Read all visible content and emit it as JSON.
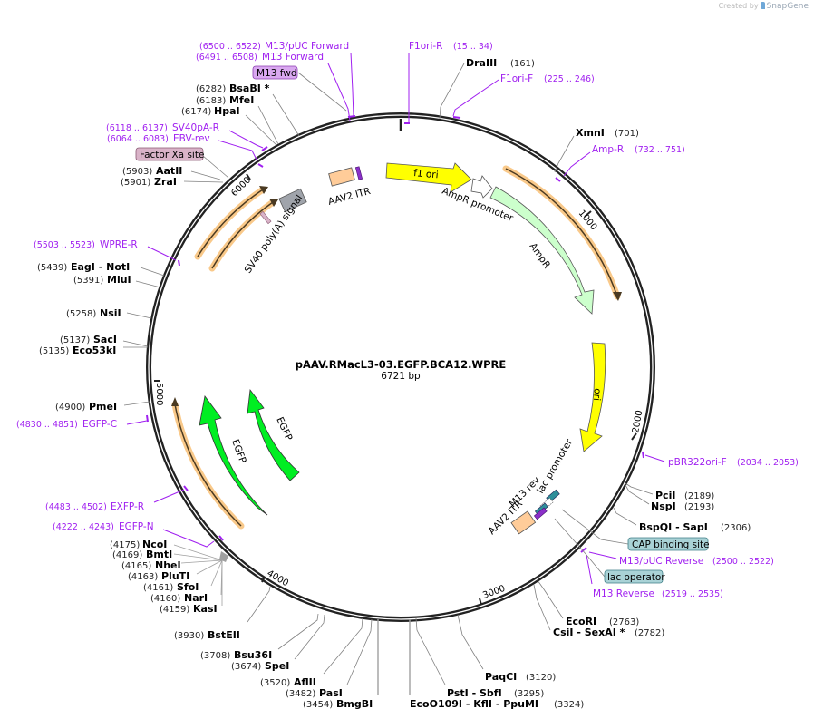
{
  "credit": {
    "prefix": "Created by",
    "brand": "SnapGene"
  },
  "plasmid": {
    "name": "pAAV.RMacL3-03.EGFP.BCA12.WPRE",
    "length_label": "6721 bp",
    "length": 6721
  },
  "colors": {
    "primer": "#a020f0",
    "backbone": "#222222",
    "enzyme_line": "#808080",
    "f1_ori": "#ffff00",
    "ori": "#ffff00",
    "ampr": "#ccffcc",
    "egfp": "#00ee22",
    "itr": "#ffcc99",
    "polyA": "#a0a4ab",
    "orange_glow": "#f9c98a",
    "lac": "#2f8f9a"
  },
  "ticks": [
    {
      "label": "1000",
      "pos": 1000
    },
    {
      "label": "2000",
      "pos": 2000
    },
    {
      "label": "3000",
      "pos": 3000
    },
    {
      "label": "4000",
      "pos": 4000
    },
    {
      "label": "5000",
      "pos": 5000
    },
    {
      "label": "6000",
      "pos": 6000
    }
  ],
  "features": [
    {
      "name": "f1 ori",
      "type": "f1_ori"
    },
    {
      "name": "AmpR promoter",
      "type": "promoter"
    },
    {
      "name": "AmpR",
      "type": "cds"
    },
    {
      "name": "ori",
      "type": "rep_origin"
    },
    {
      "name": "lac promoter",
      "type": "promoter"
    },
    {
      "name": "M13 rev",
      "type": "primer_bind"
    },
    {
      "name": "AAV2 ITR",
      "type": "repeat"
    },
    {
      "name": "EGFP",
      "type": "cds"
    },
    {
      "name": "EGFP",
      "type": "cds"
    },
    {
      "name": "SV40 poly(A) signal",
      "type": "polyA"
    },
    {
      "name": "AAV2 ITR",
      "type": "repeat"
    }
  ],
  "boxed_features": [
    {
      "label": "M13 fwd",
      "fill": "#d9a8f0",
      "stroke": "#8a3fb0"
    },
    {
      "label": "Factor Xa site",
      "fill": "#d9b3c8",
      "stroke": "#8a5a74"
    },
    {
      "label": "CAP binding site",
      "fill": "#a9d2d6",
      "stroke": "#3f7f87"
    },
    {
      "label": "lac operator",
      "fill": "#a9d2d6",
      "stroke": "#3f7f87"
    }
  ],
  "primers": [
    {
      "name": "M13/pUC Forward",
      "range": "(6500 .. 6522)"
    },
    {
      "name": "M13 Forward",
      "range": "(6491 .. 6508)"
    },
    {
      "name": "F1ori-R",
      "range": "(15 .. 34)"
    },
    {
      "name": "F1ori-F",
      "range": "(225 .. 246)"
    },
    {
      "name": "Amp-R",
      "range": "(732 .. 751)"
    },
    {
      "name": "SV40pA-R",
      "range": "(6118 .. 6137)"
    },
    {
      "name": "EBV-rev",
      "range": "(6064 .. 6083)"
    },
    {
      "name": "WPRE-R",
      "range": "(5503 .. 5523)"
    },
    {
      "name": "EGFP-C",
      "range": "(4830 .. 4851)"
    },
    {
      "name": "EXFP-R",
      "range": "(4483 .. 4502)"
    },
    {
      "name": "EGFP-N",
      "range": "(4222 .. 4243)"
    },
    {
      "name": "pBR322ori-F",
      "range": "(2034 .. 2053)"
    },
    {
      "name": "M13/pUC Reverse",
      "range": "(2500 .. 2522)"
    },
    {
      "name": "M13 Reverse",
      "range": "(2519 .. 2535)"
    }
  ],
  "enzymes": [
    {
      "name": "DraIII",
      "pos": "(161)"
    },
    {
      "name": "XmnI",
      "pos": "(701)"
    },
    {
      "name": "PciI",
      "pos": "(2189)"
    },
    {
      "name": "NspI",
      "pos": "(2193)"
    },
    {
      "name": "BspQI  - SapI",
      "pos": "(2306)"
    },
    {
      "name": "EcoRI",
      "pos": "(2763)"
    },
    {
      "name": "CsiI  - SexAI *",
      "pos": "(2782)"
    },
    {
      "name": "PaqCI",
      "pos": "(3120)"
    },
    {
      "name": "PstI  - SbfI",
      "pos": "(3295)"
    },
    {
      "name": "EcoO109I   - KflI  - PpuMI",
      "pos": "(3324)"
    },
    {
      "name": "BmgBI",
      "pos": "(3454)"
    },
    {
      "name": "PasI",
      "pos": "(3482)"
    },
    {
      "name": "AflII",
      "pos": "(3520)"
    },
    {
      "name": "SpeI",
      "pos": "(3674)"
    },
    {
      "name": "Bsu36I",
      "pos": "(3708)"
    },
    {
      "name": "BstEII",
      "pos": "(3930)"
    },
    {
      "name": "KasI",
      "pos": "(4159)"
    },
    {
      "name": "NarI",
      "pos": "(4160)"
    },
    {
      "name": "SfoI",
      "pos": "(4161)"
    },
    {
      "name": "PluTI",
      "pos": "(4163)"
    },
    {
      "name": "NheI",
      "pos": "(4165)"
    },
    {
      "name": "BmtI",
      "pos": "(4169)"
    },
    {
      "name": "NcoI",
      "pos": "(4175)"
    },
    {
      "name": "PmeI",
      "pos": "(4900)"
    },
    {
      "name": "Eco53kI",
      "pos": "(5135)"
    },
    {
      "name": "SacI",
      "pos": "(5137)"
    },
    {
      "name": "NsiI",
      "pos": "(5258)"
    },
    {
      "name": "MluI",
      "pos": "(5391)"
    },
    {
      "name": "EagI  - NotI",
      "pos": "(5439)"
    },
    {
      "name": "ZraI",
      "pos": "(5901)"
    },
    {
      "name": "AatII",
      "pos": "(5903)"
    },
    {
      "name": "HpaI",
      "pos": "(6174)"
    },
    {
      "name": "MfeI",
      "pos": "(6183)"
    },
    {
      "name": "BsaBI *",
      "pos": "(6282)"
    }
  ]
}
